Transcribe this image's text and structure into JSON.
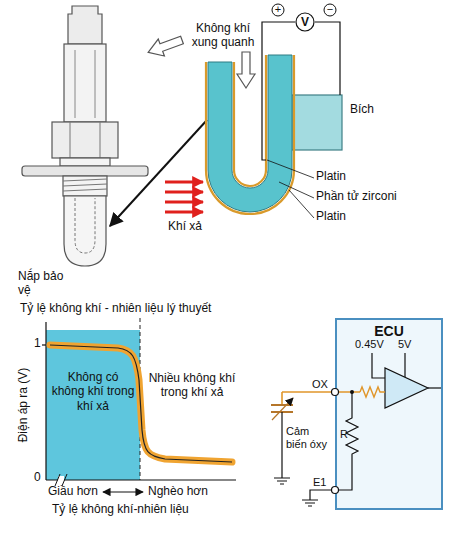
{
  "diagram": {
    "nodes": [
      {
        "text": [
          "V"
        ]
      },
      {
        "text": [
          "Không có không khí trong khí xả"
        ]
      },
      {
        "text": [
          "ECU"
        ]
      }
    ],
    "labels": [
      "Không khí xung quanh",
      "+",
      "−",
      "Bích",
      "Platin",
      "Phần tử zirconi",
      "Platin",
      "Khí xả",
      "Nắp bảo vệ",
      "Tỷ lệ không khí - nhiên liệu lý thuyết",
      "1",
      "0",
      "Điện áp ra (V)",
      "Nhiều không khí trong khí xả",
      "Giầu hơn",
      "Nghèo hơn",
      "Tỷ lệ không khí-nhiên liệu",
      "0.45V",
      "5V",
      "OX",
      "R",
      "E1",
      "Cảm biến óxy"
    ]
  }
}
